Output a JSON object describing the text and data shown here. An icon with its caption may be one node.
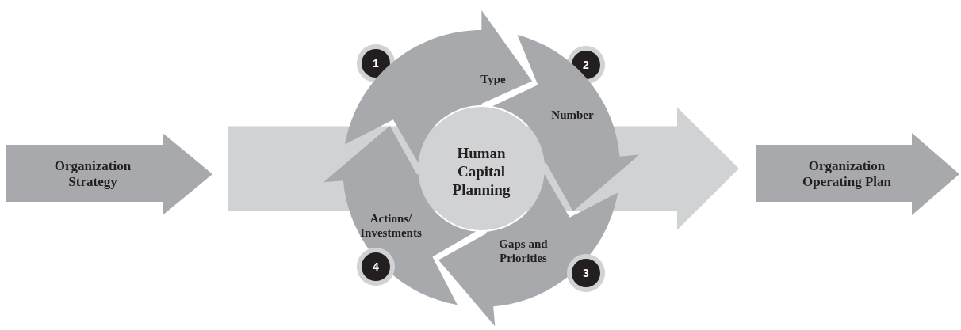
{
  "diagram": {
    "nodes": [
      {
        "text": [
          "Organization Strategy"
        ]
      },
      {
        "text": [
          "1"
        ]
      },
      {
        "text": [
          "Type"
        ]
      },
      {
        "text": [
          "2"
        ]
      },
      {
        "text": [
          "Number"
        ]
      },
      {
        "text": [
          "Human Capital Planning"
        ]
      },
      {
        "text": [
          "Actions/ Investments"
        ]
      },
      {
        "text": [
          "Gaps and Priorities"
        ]
      },
      {
        "text": [
          "4"
        ]
      },
      {
        "text": [
          "3"
        ]
      },
      {
        "text": [
          "Organization Operating Plan"
        ]
      }
    ],
    "edges": [
      {
        "from": 0,
        "to": 10,
        "arrow": "to",
        "style": "thick",
        "color": "#d1d2d4"
      }
    ]
  }
}
